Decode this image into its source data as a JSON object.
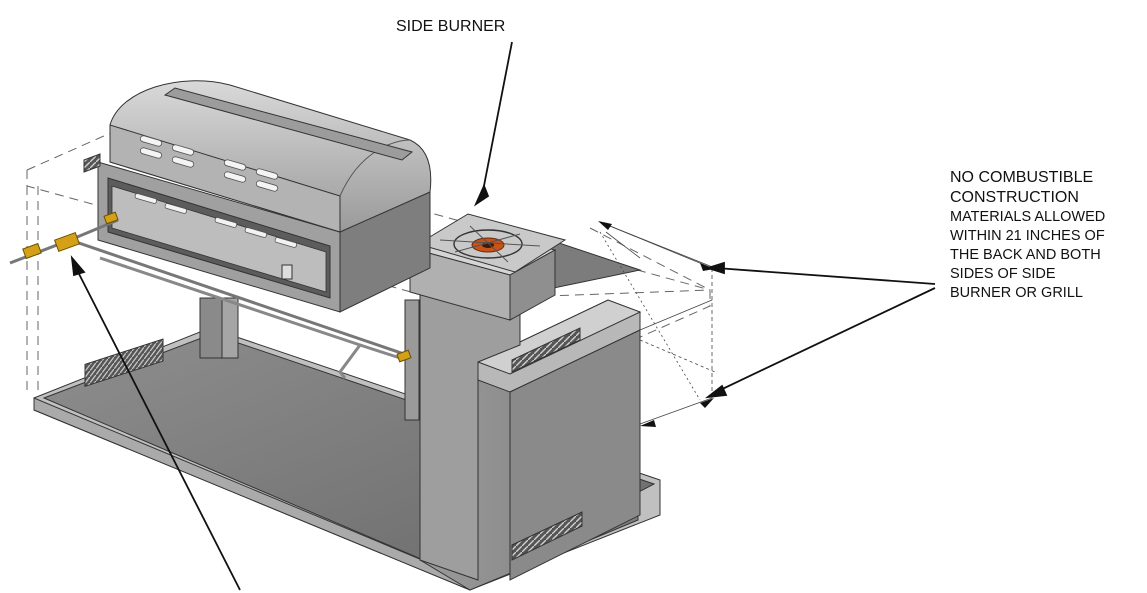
{
  "labels": {
    "side_burner": "SIDE BURNER",
    "no_combustible_lines": [
      "NO COMBUSTIBLE",
      "CONSTRUCTION",
      "MATERIALS ALLOWED",
      "WITHIN 21 INCHES OF",
      "THE BACK AND BOTH",
      "SIDES OF SIDE",
      "BURNER OR GRILL"
    ]
  },
  "colors": {
    "metal_light": "#cfcfcf",
    "metal_mid": "#a9a9a9",
    "metal_dark": "#6f6f6f",
    "outline": "#333333",
    "brass": "#d4a017",
    "burner_orange": "#c8531a"
  }
}
